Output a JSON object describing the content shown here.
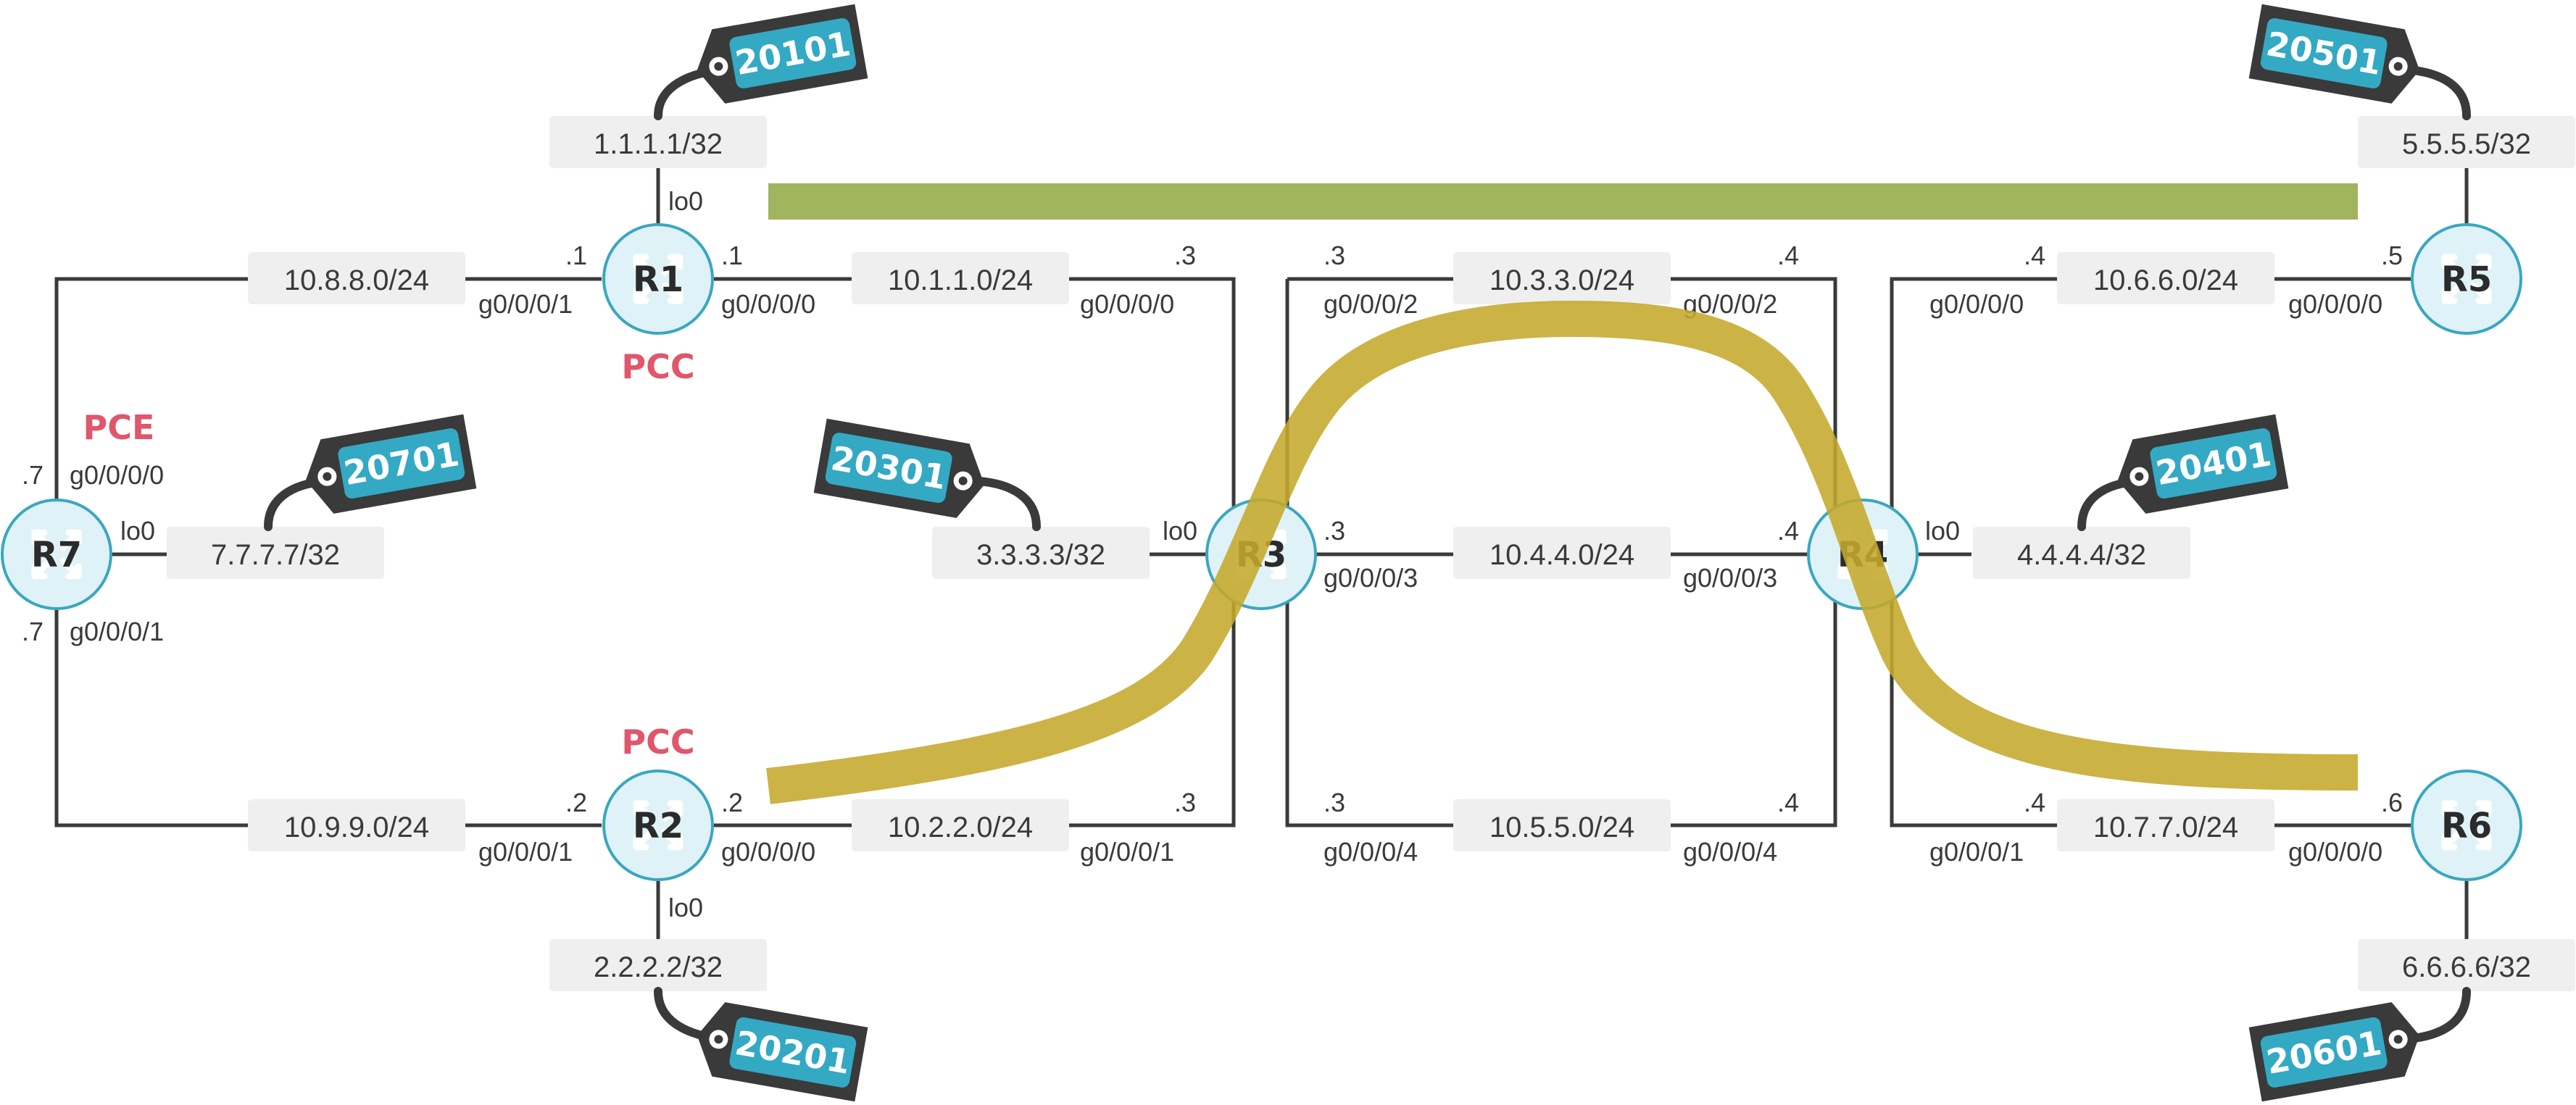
{
  "colors": {
    "link": "#3a3a3a",
    "label_box": "#efefef",
    "router_fill": "#dff2f7",
    "router_stroke": "#3aa7bf",
    "role": "#e0566b",
    "tag_body": "#3a3a3a",
    "tag_inner": "#33a9c4",
    "path_green": "#9bb154",
    "path_gold": "#c5a92b"
  },
  "icons": {
    "router": "router-arrows-icon",
    "sid_tag": "label-tag-icon"
  },
  "routers": [
    {
      "id": "R1",
      "label": "R1",
      "role": "PCC"
    },
    {
      "id": "R2",
      "label": "R2",
      "role": "PCC"
    },
    {
      "id": "R3",
      "label": "R3",
      "role": ""
    },
    {
      "id": "R4",
      "label": "R4",
      "role": ""
    },
    {
      "id": "R5",
      "label": "R5",
      "role": ""
    },
    {
      "id": "R6",
      "label": "R6",
      "role": ""
    },
    {
      "id": "R7",
      "label": "R7",
      "role": "PCE"
    }
  ],
  "subnets": [
    "10.8.8.0/24",
    "10.1.1.0/24",
    "10.3.3.0/24",
    "10.6.6.0/24",
    "10.4.4.0/24",
    "10.9.9.0/24",
    "10.2.2.0/24",
    "10.5.5.0/24",
    "10.7.7.0/24"
  ],
  "loopbacks": [
    "1.1.1.1/32",
    "2.2.2.2/32",
    "3.3.3.3/32",
    "4.4.4.4/32",
    "5.5.5.5/32",
    "6.6.6.6/32",
    "7.7.7.7/32"
  ],
  "sid_tags": [
    "20101",
    "20201",
    "20301",
    "20401",
    "20501",
    "20601",
    "20701"
  ],
  "interfaces": [
    "g0/0/0/1",
    "g0/0/0/0",
    "g0/0/0/0",
    "g0/0/0/2",
    "g0/0/0/2",
    "g0/0/0/0",
    "g0/0/0/0",
    "g0/0/0/0",
    "g0/0/0/1",
    "g0/0/0/3",
    "g0/0/0/3",
    "g0/0/0/1",
    "g0/0/0/0",
    "g0/0/0/1",
    "g0/0/0/4",
    "g0/0/0/4",
    "g0/0/0/1",
    "g0/0/0/0"
  ],
  "host_octets": [
    ".1",
    ".1",
    ".3",
    ".3",
    ".4",
    ".4",
    ".5",
    ".7",
    ".7",
    ".3",
    ".4",
    ".2",
    ".2",
    ".3",
    ".3",
    ".4",
    ".4",
    ".6"
  ],
  "lo0_label": "lo0"
}
